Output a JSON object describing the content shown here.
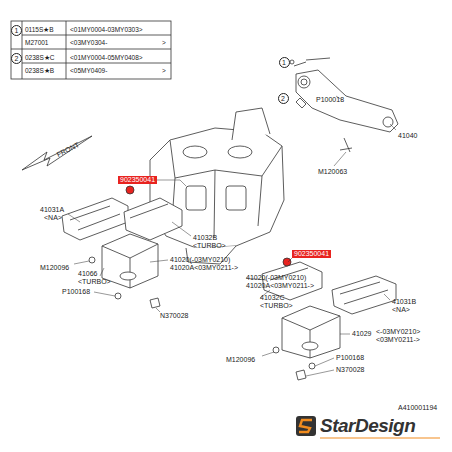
{
  "diagram": {
    "nodes": [
      {
        "text": [
          "1"
        ]
      },
      {
        "text": [
          "2"
        ]
      },
      {
        "text": [
          "1"
        ]
      },
      {
        "text": [
          "2"
        ]
      }
    ],
    "labels": [
      "0115S★B",
      "<01MY0004-03MY0303>",
      "M27001",
      "<03MY0304-",
      ">",
      "0238S★C",
      "<01MY0004-05MY0408>",
      "0238S★B",
      "<05MY0409-",
      ">",
      "FRONT",
      "41040",
      "P100018",
      "M120063",
      "902350041",
      "41031A",
      "<NA>",
      "41032B",
      "<TURBO>",
      "41020(-03MY0210)",
      "41020A<03MY0211->",
      "M120096",
      "41066",
      "<TURBO>",
      "P100168",
      "N370028",
      "902350041",
      "41031B",
      "<NA>",
      "41020(-03MY0210)",
      "41020A<03MY0211->",
      "41032C",
      "<TURBO>",
      "41029",
      "<-03MY0210>",
      "<03MY0211->",
      "M120096",
      "P100168",
      "N370028",
      "A410001194",
      "StarDesign"
    ]
  }
}
